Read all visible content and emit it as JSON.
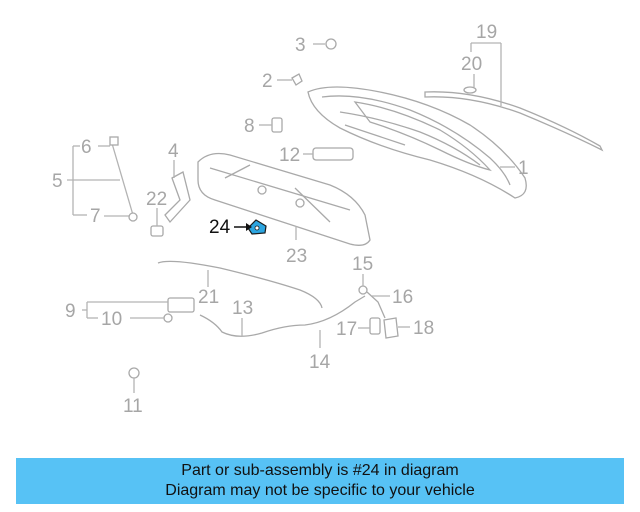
{
  "callouts": [
    {
      "id": "1",
      "label": "1"
    },
    {
      "id": "2",
      "label": "2"
    },
    {
      "id": "3",
      "label": "3"
    },
    {
      "id": "4",
      "label": "4"
    },
    {
      "id": "5",
      "label": "5"
    },
    {
      "id": "6",
      "label": "6"
    },
    {
      "id": "7",
      "label": "7"
    },
    {
      "id": "8",
      "label": "8"
    },
    {
      "id": "9",
      "label": "9"
    },
    {
      "id": "10",
      "label": "10"
    },
    {
      "id": "11",
      "label": "11"
    },
    {
      "id": "12",
      "label": "12"
    },
    {
      "id": "13",
      "label": "13"
    },
    {
      "id": "14",
      "label": "14"
    },
    {
      "id": "15",
      "label": "15"
    },
    {
      "id": "16",
      "label": "16"
    },
    {
      "id": "17",
      "label": "17"
    },
    {
      "id": "18",
      "label": "18"
    },
    {
      "id": "19",
      "label": "19"
    },
    {
      "id": "20",
      "label": "20"
    },
    {
      "id": "21",
      "label": "21"
    },
    {
      "id": "22",
      "label": "22"
    },
    {
      "id": "23",
      "label": "23"
    },
    {
      "id": "24",
      "label": "24"
    }
  ],
  "highlighted_part": "24",
  "colors": {
    "banner_bg": "#57c2f5",
    "highlight_fill": "#2ca5e0",
    "muted_gray": "#a6a6a6"
  },
  "banner": {
    "line1": "Part or sub-assembly is #24 in diagram",
    "line2": "Diagram may not be specific to your vehicle"
  }
}
